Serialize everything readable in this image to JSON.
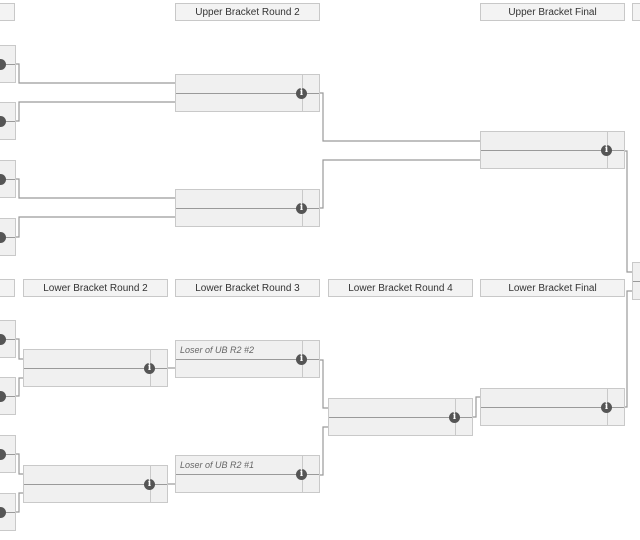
{
  "headers": {
    "upper_round_2": "Upper Bracket Round 2",
    "upper_final": "Upper Bracket Final",
    "lower_round_2": "Lower Bracket Round 2",
    "lower_round_3": "Lower Bracket Round 3",
    "lower_round_4": "Lower Bracket Round 4",
    "lower_final": "Lower Bracket Final"
  },
  "slots": {
    "lb_r3_m1_top": "Loser of UB R2 #2",
    "lb_r3_m2_top": "Loser of UB R2 #1"
  },
  "icons": {
    "match_info": "info-icon"
  },
  "info_glyph": "i",
  "colors": {
    "line": "#9a9a9a",
    "box_bg": "#f0f0f0",
    "box_border": "#c9c9c9",
    "header_bg": "#f3f3f3"
  }
}
